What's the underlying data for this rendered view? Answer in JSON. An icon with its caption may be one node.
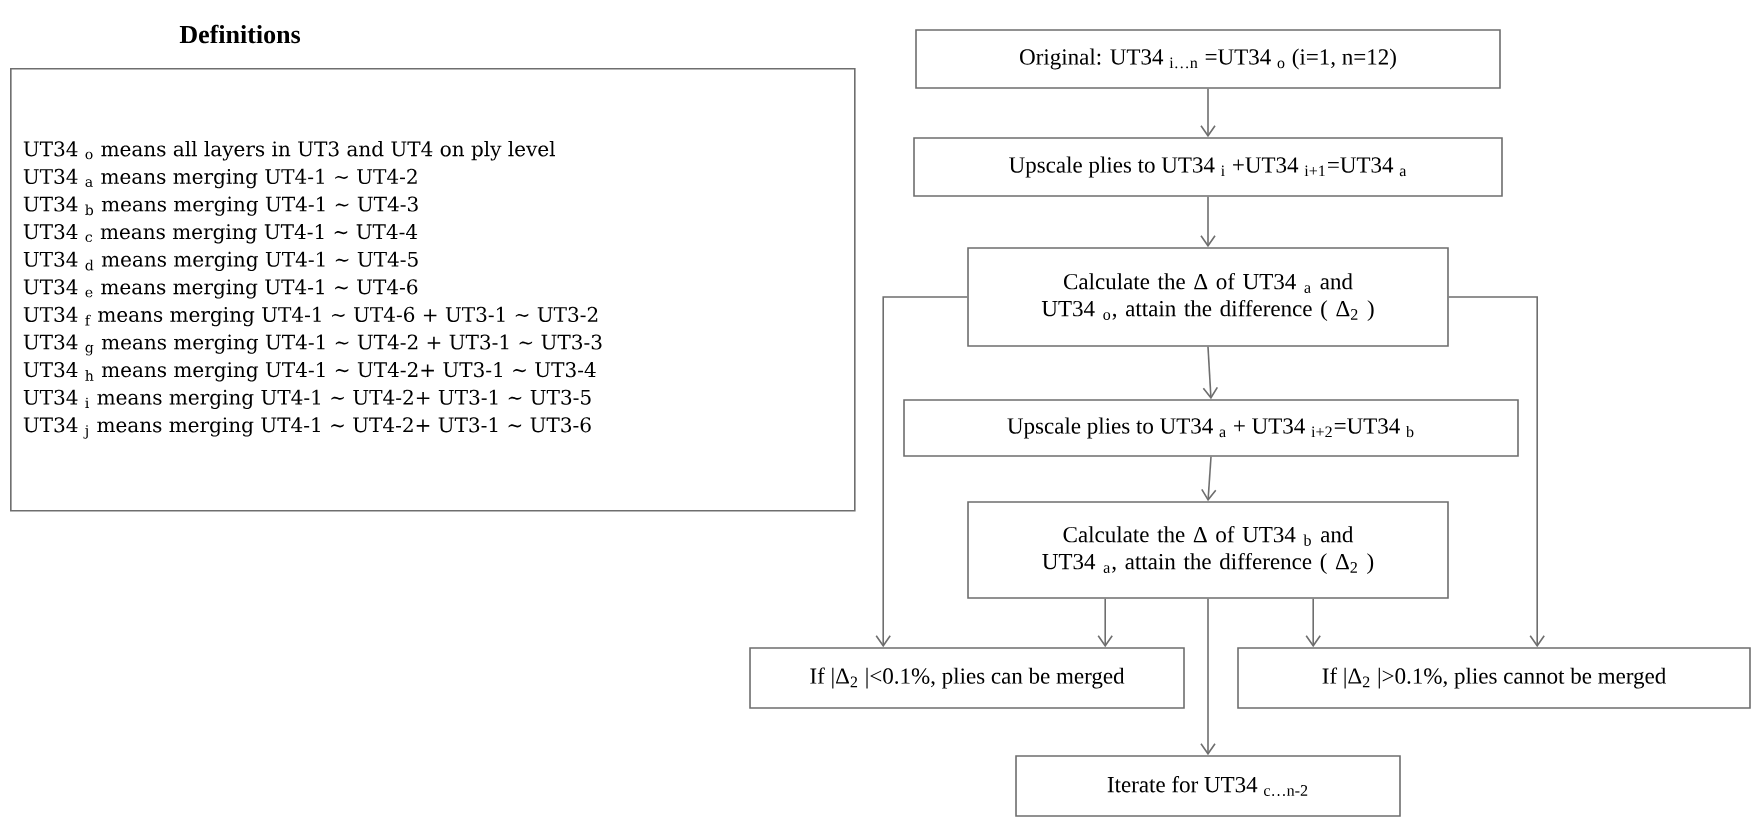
{
  "diagram": {
    "nodes": [
      {
        "text": [
          "Definitions",
          "UT34 $_{o}$ means all layers in UT3 and UT4 on ply level",
          "UT34 $_{a}$ means merging UT4-1 ∼ UT4-2",
          "UT34 $_{b}$ means merging UT4-1 ∼ UT4-3",
          "UT34 $_{c}$ means merging UT4-1 ∼ UT4-4",
          "UT34 $_{d}$ means merging UT4-1 ∼ UT4-5",
          "UT34 $_{e}$ means merging UT4-1 ∼ UT4-6",
          "UT34 $_{f}$ means merging UT4-1 ∼ UT4-6 + UT3-1 ∼ UT3-2",
          "UT34 $_{g}$ means merging UT4-1 ∼ UT4-2 + UT3-1 ∼ UT3-3",
          "UT34 $_{h}$ means merging UT4-1 ∼ UT4-2+ UT3-1 ∼ UT3-4",
          "UT34 $_{i}$ means merging UT4-1 ∼ UT4-2+ UT3-1 ∼ UT3-5",
          "UT34 $_{j}$ means merging UT4-1 ∼ UT4-2+ UT3-1 ∼ UT3-6"
        ]
      },
      {
        "text": [
          "Original: UT34 $_{i…n}$ =UT34 $_{o}$ (i=1, n=12)"
        ]
      },
      {
        "text": [
          "Upscale plies to UT34 $_{i}$ +UT34 $_{i+1}$=UT34 $_{a}$"
        ]
      },
      {
        "text": [
          "Calculate the Δ of UT34 $_{a}$ and UT34 $_{o}$, attain the difference ( Δ$_{2}$ )"
        ]
      },
      {
        "text": [
          "Upscale plies to UT34 $_{a}$ + UT34 $_{i+2}$=UT34 $_{b}$"
        ]
      },
      {
        "text": [
          "Calculate the Δ of UT34 $_{b}$ and UT34 $_{a}$, attain the difference ( Δ$_{2}$ )"
        ]
      },
      {
        "text": [
          "If |Δ$_{2}$ |<0.1%, plies can be merged"
        ]
      },
      {
        "text": [
          "If |Δ$_{2}$ |>0.1%, plies cannot be merged"
        ]
      },
      {
        "text": [
          "Iterate for UT34 $_{c…n-2}$"
        ]
      }
    ],
    "edges": [
      {
        "from": 1,
        "to": 2,
        "arrow": "to"
      },
      {
        "from": 2,
        "to": 3,
        "arrow": "to"
      },
      {
        "from": 3,
        "to": 4,
        "arrow": "to"
      },
      {
        "from": 4,
        "to": 5,
        "arrow": "to"
      },
      {
        "from": 3,
        "to": 6,
        "arrow": "to"
      },
      {
        "from": 3,
        "to": 7,
        "arrow": "to"
      },
      {
        "from": 5,
        "to": 6,
        "arrow": "to"
      },
      {
        "from": 5,
        "to": 7,
        "arrow": "to"
      },
      {
        "from": 5,
        "to": 8,
        "arrow": "to"
      }
    ]
  }
}
